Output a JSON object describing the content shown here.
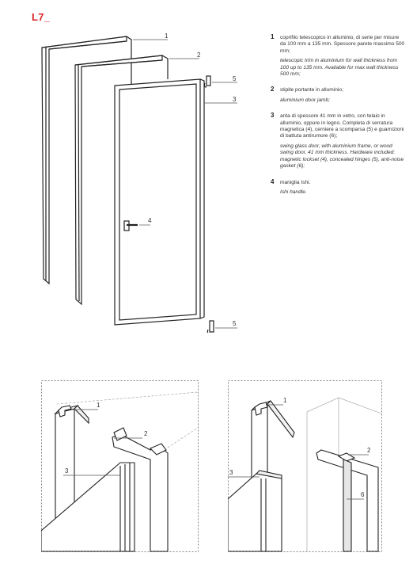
{
  "page": {
    "title": "L7_",
    "legend": [
      {
        "num": "1",
        "it_text": "coprifilo telescopico in alluminio, di serie per misure da 100 mm a 135 mm. Spessore parete massimo 500 mm;",
        "en_text": "telescopic trim in aluminium for wall thickness from 100 up to 135 mm. Available for max wall thickness 500 mm;"
      },
      {
        "num": "2",
        "it_text": "stipite portante in alluminio;",
        "en_text": "aluminium door jamb;"
      },
      {
        "num": "3",
        "it_text": "anta di spessore 41 mm in vetro, con telaio in alluminio, oppure in legno. Completa di serratura magnetica (4), cerniere a scomparsa (5) e guarnizioni di battuta antirumore (6);",
        "en_text": "swing glass door, with aluminium frame, or wood swing door, 41 mm thickness. Hardware included: magnetic lockset (4), concealed hinges (5), anti-noise gasket (6);"
      },
      {
        "num": "4",
        "it_text": "maniglia Ishi.",
        "en_text": "Ishi handle."
      }
    ],
    "diagram_labels": {
      "trim": "1",
      "jamb": "2",
      "hinge_top": "5",
      "door": "3",
      "handle": "4",
      "hinge_bottom": "5"
    },
    "detail_left_labels": {
      "trim": "1",
      "jamb": "2",
      "door": "3"
    },
    "detail_right_labels": {
      "trim": "1",
      "jamb": "2",
      "door": "3",
      "gasket": "6"
    }
  }
}
